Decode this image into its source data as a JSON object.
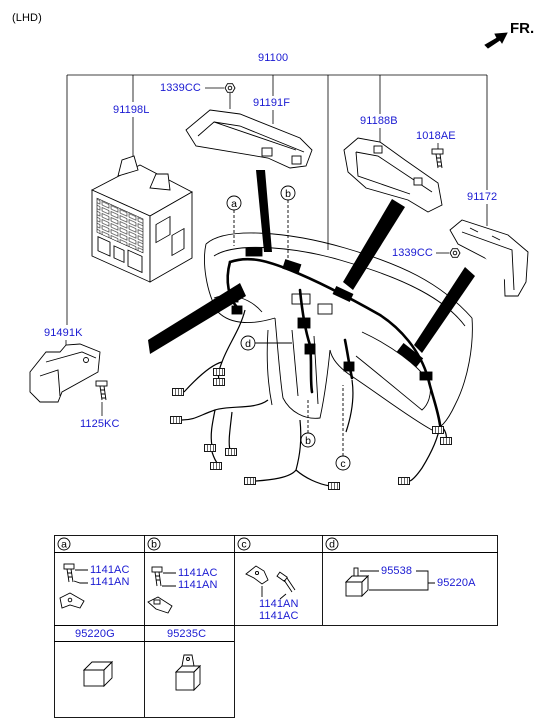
{
  "header": {
    "variant": "(LHD)",
    "direction_label": "FR."
  },
  "parts": {
    "assembly": "91100",
    "top_nut": "1339CC",
    "top_bracket": "91191F",
    "fuse_box": "91198L",
    "right_bracket": "91188B",
    "right_bolt": "1018AE",
    "right_harness": "91172",
    "right_nut": "1339CC",
    "left_bracket": "91491K",
    "left_bolt": "1125KC"
  },
  "callouts": {
    "a": "a",
    "b_upper": "b",
    "d": "d",
    "b_lower": "b",
    "c": "c"
  },
  "detail_table": {
    "headers": [
      "a",
      "b",
      "c",
      "d"
    ],
    "cell_a": [
      "1141AC",
      "1141AN"
    ],
    "cell_b": [
      "1141AC",
      "1141AN"
    ],
    "cell_c": [
      "1141AN",
      "1141AC"
    ],
    "cell_d": [
      "95538",
      "95220A"
    ],
    "lower_cells": [
      "95220G",
      "95235C"
    ]
  },
  "icons": {
    "direction": "fr-arrow-icon"
  },
  "colors": {
    "part_number": "#1a1ad2",
    "linework": "#000000",
    "background": "#ffffff"
  }
}
